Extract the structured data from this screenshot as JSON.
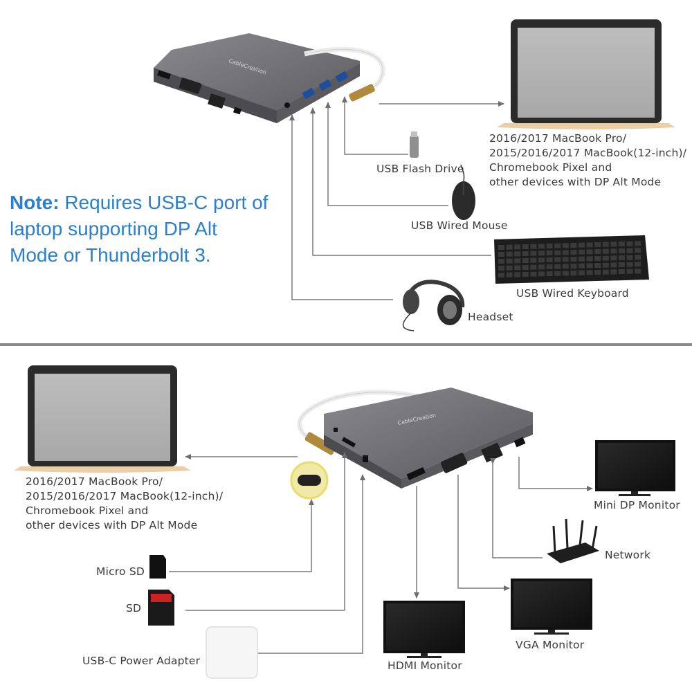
{
  "note": {
    "bold": "Note:",
    "lines": [
      "Requires USB-C port of",
      "laptop supporting DP Alt",
      "Mode or Thunderbolt 3."
    ]
  },
  "hub": {
    "brand": "CableCreation"
  },
  "top": {
    "laptop_lines": [
      "2016/2017 MacBook Pro/",
      "2015/2016/2017 MacBook(12-inch)/",
      "Chromebook Pixel and",
      "other devices with DP Alt Mode"
    ],
    "usb_flash": "USB Flash Drive",
    "usb_mouse": "USB Wired Mouse",
    "usb_keyboard": "USB Wired Keyboard",
    "headset": "Headset"
  },
  "bottom": {
    "laptop_lines": [
      "2016/2017 MacBook Pro/",
      "2015/2016/2017 MacBook(12-inch)/",
      "Chromebook Pixel and",
      "other devices with DP Alt Mode"
    ],
    "mini_dp": "Mini DP Monitor",
    "network": "Network",
    "micro_sd": "Micro SD",
    "sd": "SD",
    "vga": "VGA Monitor",
    "power": "USB-C Power Adapter",
    "hdmi": "HDMI Monitor"
  },
  "colors": {
    "note_blue": "#2a7fce",
    "hub_gray": "#6f6f73",
    "arrow_gray": "#7a7a7a",
    "laptop_gold": "#e8cfa8"
  }
}
